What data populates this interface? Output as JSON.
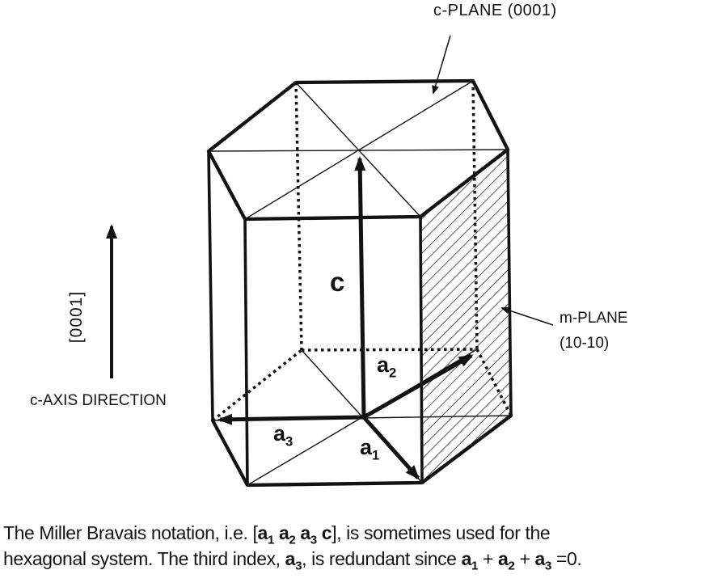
{
  "colors": {
    "ink": "#121212",
    "background": "#ffffff"
  },
  "figure": {
    "c_plane_label": "c-PLANE (0001)",
    "m_plane_label_line1": "m-PLANE",
    "m_plane_label_line2": "(10-10)",
    "axis_bracket_label": "[0001]",
    "axis_caption": "c-AXIS DIRECTION",
    "vector_labels": {
      "c": "c",
      "a1_base": "a",
      "a1_sub": "1",
      "a2_base": "a",
      "a2_sub": "2",
      "a3_base": "a",
      "a3_sub": "3"
    }
  },
  "caption": {
    "line1": {
      "t1": "The Miller Bravais notation, i.e. [",
      "v1": "a",
      "v1s": "1",
      "v2": "a",
      "v2s": "2",
      "v3": "a",
      "v3s": "3",
      "v4": "c",
      "t2": "], is sometimes used for the"
    },
    "line2": {
      "t1": "hexagonal system. The third index, ",
      "v1": "a",
      "v1s": "3",
      "t2": ", is redundant since ",
      "v2": "a",
      "v2s": "1",
      "t3": " + ",
      "v3": "a",
      "v3s": "2",
      "t4": " + ",
      "v4": "a",
      "v4s": "3",
      "t5": " =0."
    }
  }
}
